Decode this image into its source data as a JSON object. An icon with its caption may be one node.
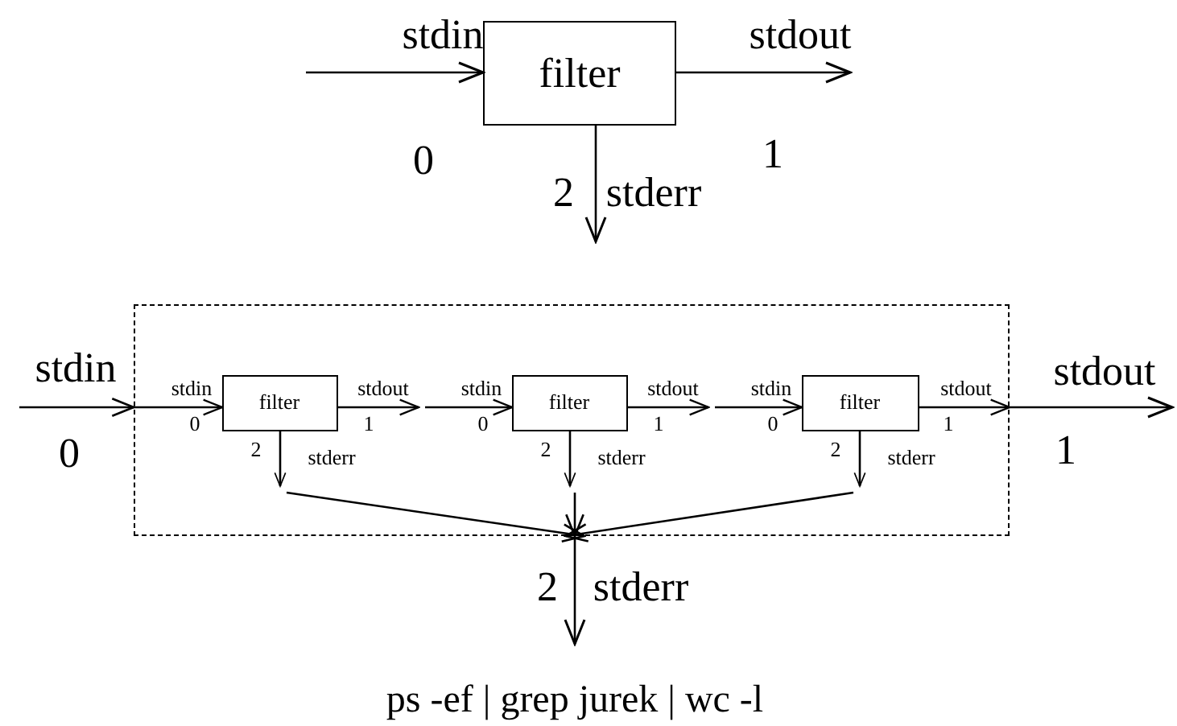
{
  "diagram": {
    "nodes": [
      {
        "text": [
          "filter"
        ]
      },
      {
        "text": [],
        "shape": "box"
      },
      {
        "text": [
          "filter"
        ],
        "in": 1
      },
      {
        "text": [
          "filter"
        ],
        "in": 1
      },
      {
        "text": [
          "filter"
        ],
        "in": 1
      }
    ],
    "edges": [
      {
        "from": null,
        "to": 0,
        "arrow": "to",
        "label": "stdin"
      },
      {
        "from": 0,
        "to": null,
        "arrow": "to",
        "label": "stdout"
      },
      {
        "from": 0,
        "to": null,
        "arrow": "to",
        "label": "stderr"
      },
      {
        "from": null,
        "to": 1,
        "arrow": "to",
        "label": "stdin"
      },
      {
        "from": 1,
        "to": 2,
        "arrow": "to",
        "label": "stdin"
      },
      {
        "from": 2,
        "to": null,
        "arrow": "to",
        "label": "stdout"
      },
      {
        "from": null,
        "to": 3,
        "arrow": "to",
        "label": "stdin"
      },
      {
        "from": 3,
        "to": null,
        "arrow": "to",
        "label": "stdout"
      },
      {
        "from": null,
        "to": 4,
        "arrow": "to",
        "label": "stdin"
      },
      {
        "from": 4,
        "to": 1,
        "arrow": "to",
        "label": "stdout"
      },
      {
        "from": 1,
        "to": null,
        "arrow": "to",
        "label": "stdout"
      },
      {
        "from": 2,
        "to": null,
        "arrow": "to",
        "label": "stderr"
      },
      {
        "from": 3,
        "to": null,
        "arrow": "to",
        "label": "stderr"
      },
      {
        "from": 4,
        "to": null,
        "arrow": "to",
        "label": "stderr"
      },
      {
        "from": null,
        "to": 1,
        "arrow": "to"
      },
      {
        "from": null,
        "to": 1,
        "arrow": "to"
      },
      {
        "from": null,
        "to": 1,
        "arrow": "to"
      },
      {
        "from": 1,
        "to": null,
        "arrow": "to",
        "label": "stderr"
      }
    ],
    "labels": [
      "0",
      "1",
      "2",
      "0",
      "0",
      "1",
      "0",
      "1",
      "0",
      "1",
      "1",
      "2",
      "2",
      "2",
      "2",
      "ps -ef | grep jurek | wc -l"
    ]
  }
}
